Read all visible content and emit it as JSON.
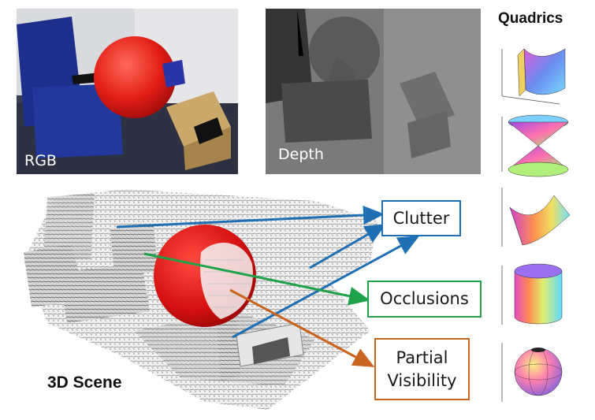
{
  "panels": {
    "rgb_label": "RGB",
    "depth_label": "Depth",
    "quadrics_title": "Quadrics",
    "scene_label": "3D Scene"
  },
  "callouts": {
    "clutter": "Clutter",
    "occlusions": "Occlusions",
    "partial_line1": "Partial",
    "partial_line2": "Visibility"
  },
  "quadric_shapes": [
    "cylindrical-sheet",
    "double-cone",
    "hyperbolic-paraboloid",
    "cylinder",
    "sphere"
  ],
  "colors": {
    "clutter": "#1f6fb5",
    "occlusions": "#1fa34a",
    "partial": "#c8641e",
    "ball": "#d81010"
  }
}
